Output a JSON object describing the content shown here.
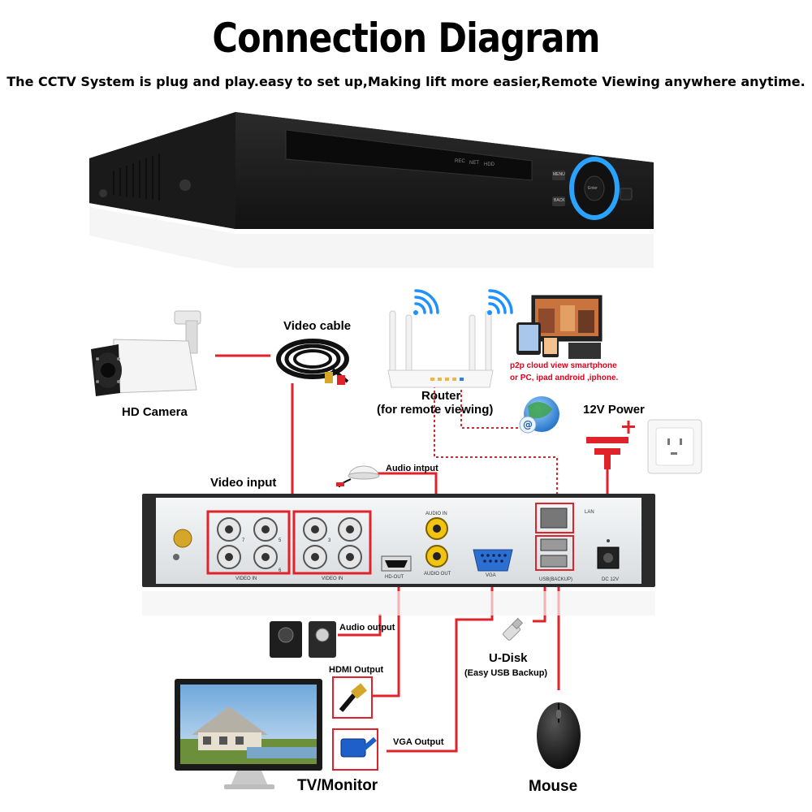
{
  "title": "Connection Diagram",
  "subtitle": "The CCTV System is plug and play.easy to set up,Making lift more easier,Remote Viewing anywhere anytime.",
  "labels": {
    "hd_camera": "HD Camera",
    "video_cable": "Video cable",
    "router": "Router",
    "router_note": "(for remote viewing)",
    "p2p_line1": "p2p cloud  view smartphone",
    "p2p_line2": "or PC, ipad android ,iphone.",
    "power": "12V Power",
    "video_input": "Video input",
    "audio_input": "Audio intput",
    "audio_output": "Audio output",
    "hdmi_output": "HDMI Output",
    "vga_output": "VGA Output",
    "u_disk": "U-Disk",
    "u_disk_note": "(Easy USB Backup)",
    "tv_monitor": "TV/Monitor",
    "mouse": "Mouse"
  },
  "panel": {
    "video_in_left": "VIDEO IN",
    "video_in_right": "VIDEO IN",
    "hd_out": "HD-OUT",
    "audio_in": "AUDIO IN",
    "audio_out": "AUDIO OUT",
    "vga": "VGA",
    "lan": "LAN",
    "usb_label": "USB(BACKUP)",
    "dc": "DC 12V",
    "port_7": "7",
    "port_5": "5",
    "port_3": "3",
    "port_6": "6"
  },
  "dvr_front": {
    "rec": "REC",
    "net": "NET",
    "hdd": "HDD",
    "menu": "MENU",
    "back": "BACK",
    "enter": "Enter"
  },
  "colors": {
    "cable_red": "#e0222a",
    "dashed_red": "#e0222a",
    "wifi_blue": "#1e90ff",
    "dvr_dark": "#1e1e1e",
    "panel_light": "#e9ecef",
    "bnc_gold": "#d4a62a",
    "rca_yellow": "#f1c40f"
  }
}
